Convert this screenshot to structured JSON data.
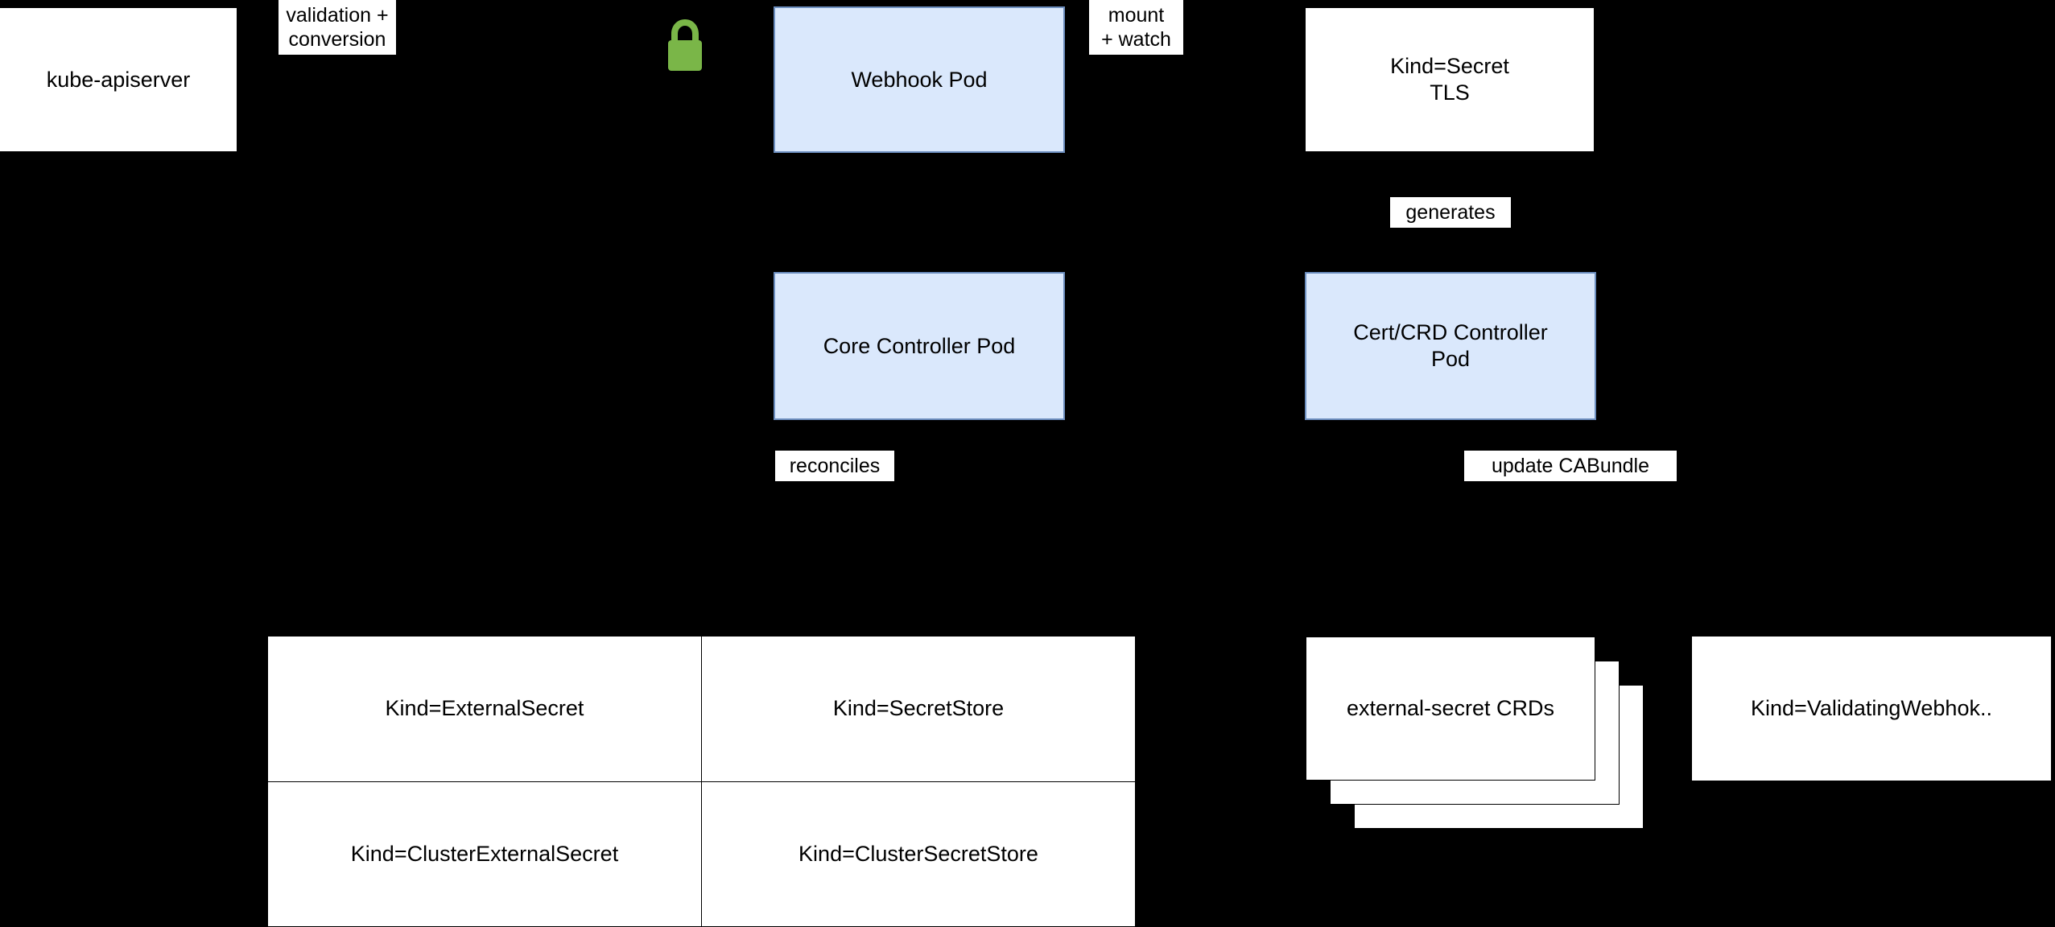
{
  "diagram": {
    "title": "External Secrets Operator architecture",
    "background_color": "#000000",
    "accent_fill": "#dae8fc",
    "accent_stroke": "#6c8ebf",
    "lock_color": "#7ab648",
    "node_fill": "#ffffff",
    "text_color": "#000000"
  },
  "nodes": {
    "kube_apiserver": "kube-apiserver",
    "webhook_pod": "Webhook Pod",
    "secret_tls": "Kind=Secret\nTLS",
    "core_controller_pod": "Core Controller Pod",
    "cert_crd_controller_pod": "Cert/CRD Controller\nPod",
    "external_secret_crds": "external-secret CRDs",
    "validating_webhook": "Kind=ValidatingWebhok.."
  },
  "edge_labels": {
    "validation_conversion": "validation +\nconversion",
    "mount_watch": "mount\n+ watch",
    "generates": "generates",
    "reconciles": "reconciles",
    "update_cabundle": "update CABundle"
  },
  "icons": {
    "tls_lock": "lock-icon"
  },
  "kind_table": {
    "rows": [
      [
        "Kind=ExternalSecret",
        "Kind=SecretStore"
      ],
      [
        "Kind=ClusterExternalSecret",
        "Kind=ClusterSecretStore"
      ]
    ]
  }
}
